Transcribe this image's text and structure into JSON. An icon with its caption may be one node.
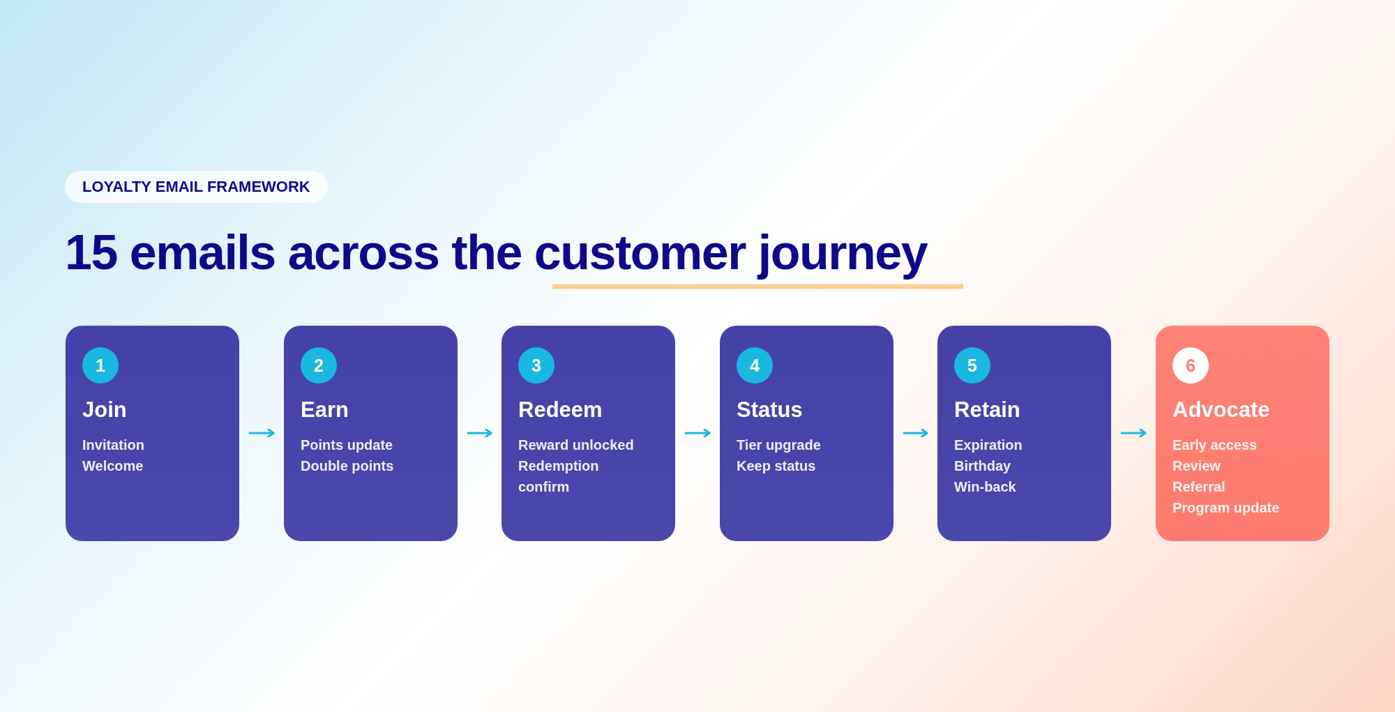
{
  "diagram": {
    "title": "15 emails across the customer journey",
    "nodes": [
      {
        "text": [
          "Join",
          "Invitation",
          "Welcome"
        ]
      },
      {
        "text": [
          "1"
        ],
        "in": 0
      },
      {
        "text": [
          "Earn",
          "Points update",
          "Double points"
        ]
      },
      {
        "text": [
          "2"
        ],
        "in": 2
      },
      {
        "text": [
          "Redeem",
          "Reward unlocked Redemption confirm"
        ]
      },
      {
        "text": [
          "3"
        ],
        "in": 4
      },
      {
        "text": [
          "Status",
          "Tier upgrade",
          "Keep status"
        ]
      },
      {
        "text": [
          "4"
        ],
        "in": 6
      },
      {
        "text": [
          "Retain",
          "Expiration",
          "Birthday",
          "Win-back"
        ]
      },
      {
        "text": [
          "5"
        ],
        "in": 8
      },
      {
        "text": [
          "Advocate",
          "Early access",
          "Review",
          "Referral",
          "Program update"
        ]
      },
      {
        "text": [
          "6"
        ],
        "in": 10
      }
    ],
    "edges": [
      {
        "from": 0,
        "to": 2,
        "arrow": "to"
      },
      {
        "from": 2,
        "to": 4,
        "arrow": "to"
      },
      {
        "from": 4,
        "to": 6,
        "arrow": "to"
      },
      {
        "from": 6,
        "to": 8,
        "arrow": "to"
      },
      {
        "from": 8,
        "to": 10,
        "arrow": "to"
      }
    ],
    "labels": [
      "LOYALTY EMAIL FRAMEWORK"
    ]
  }
}
